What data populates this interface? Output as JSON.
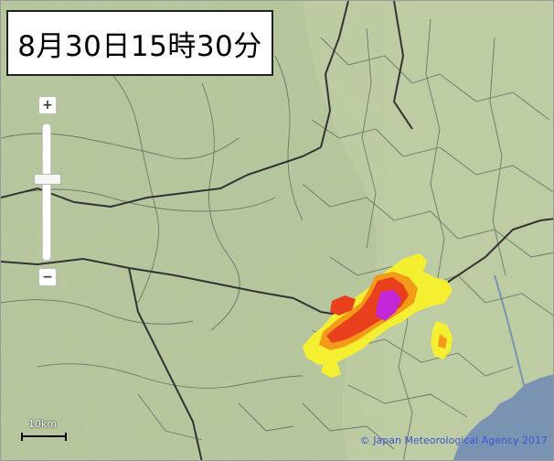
{
  "timestamp_label": "8月30日15時30分",
  "zoom": {
    "zoom_in_label": "+",
    "zoom_out_label": "−",
    "level": 0.4
  },
  "scale": {
    "label": "10km"
  },
  "attribution": "© Japan Meteorological Agency 2017",
  "colors": {
    "land": "#b7c79b",
    "water": "#7a93b3",
    "rain_light": "#f5ef32",
    "rain_moderate": "#f49a19",
    "rain_heavy": "#e8401c",
    "rain_intense": "#c326d6",
    "boundary_major": "#333333",
    "boundary_minor": "#5e6a60"
  }
}
